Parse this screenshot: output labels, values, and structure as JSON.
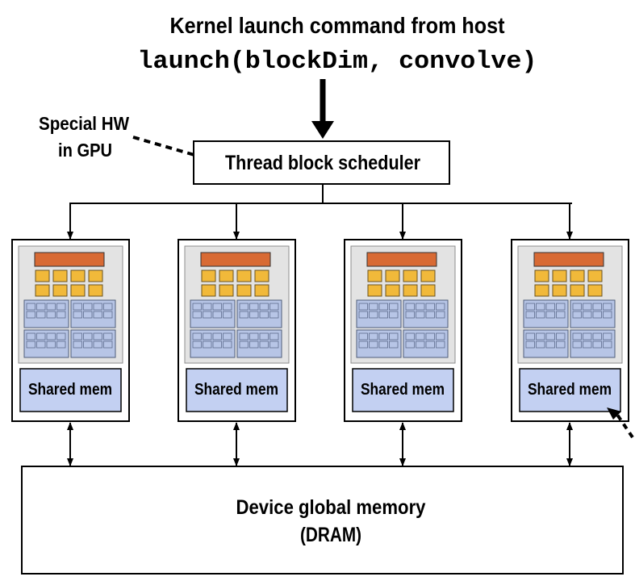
{
  "header": {
    "title": "Kernel launch command from host",
    "code": "launch(blockDim, convolve)"
  },
  "annotation": {
    "line1": "Special HW",
    "line2": "in GPU"
  },
  "scheduler": {
    "label": "Thread block scheduler"
  },
  "cores": [
    {
      "shared_mem_label": "Shared mem"
    },
    {
      "shared_mem_label": "Shared mem"
    },
    {
      "shared_mem_label": "Shared mem"
    },
    {
      "shared_mem_label": "Shared mem"
    }
  ],
  "global_memory": {
    "line1": "Device global memory",
    "line2": "(DRAM)"
  },
  "colors": {
    "fetch_decode": "#d86a34",
    "exec_unit": "#f1b93a",
    "context": "#b7c5e6",
    "shared_mem": "#c3d0f2",
    "core_bg": "#e3e3e3"
  }
}
